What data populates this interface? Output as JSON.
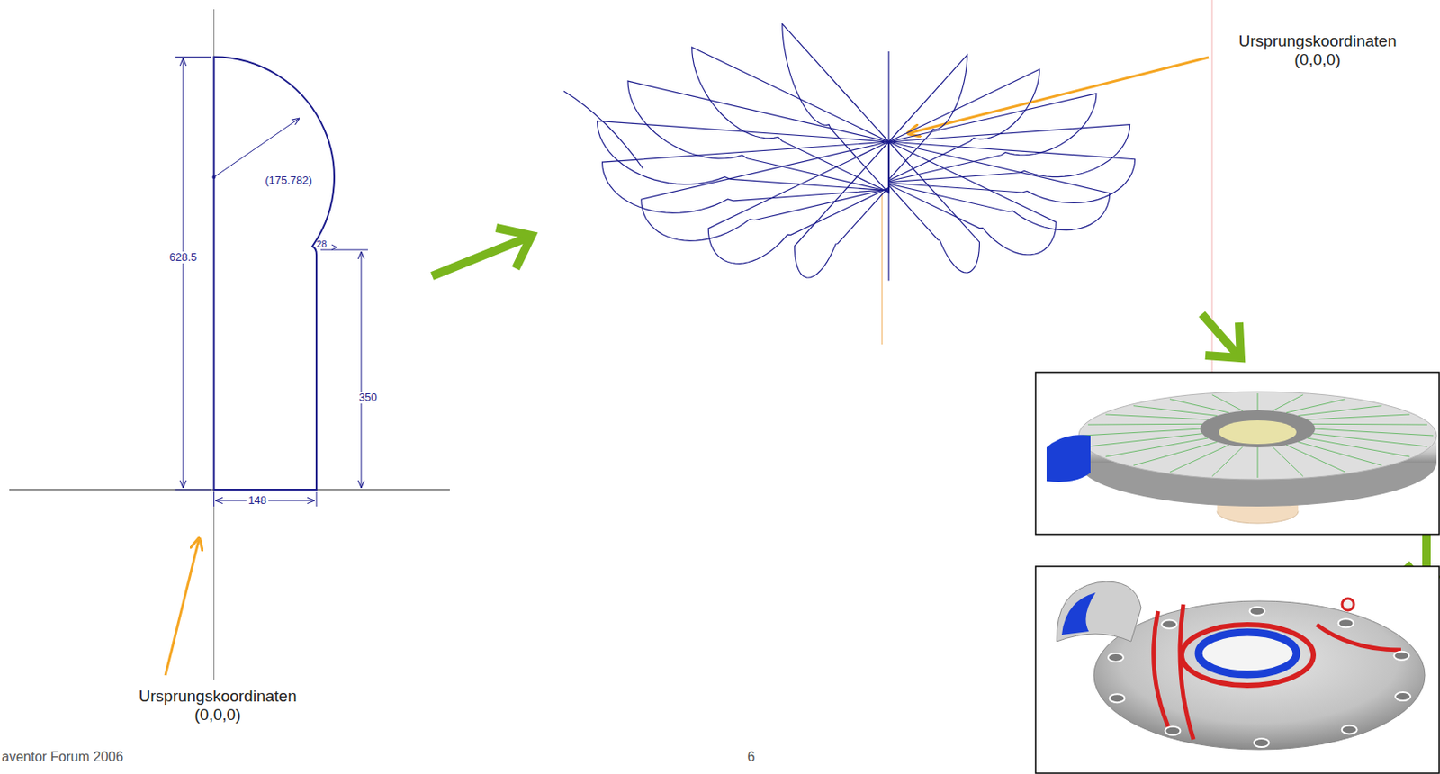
{
  "diagram": {
    "labels": [
      "(175.782)",
      "628.5",
      "28",
      "350",
      "148",
      "Ursprungskoordinaten (0,0,0)",
      "Ursprungskoordinaten (0,0,0)",
      "aventor Forum 2006",
      "6"
    ]
  }
}
